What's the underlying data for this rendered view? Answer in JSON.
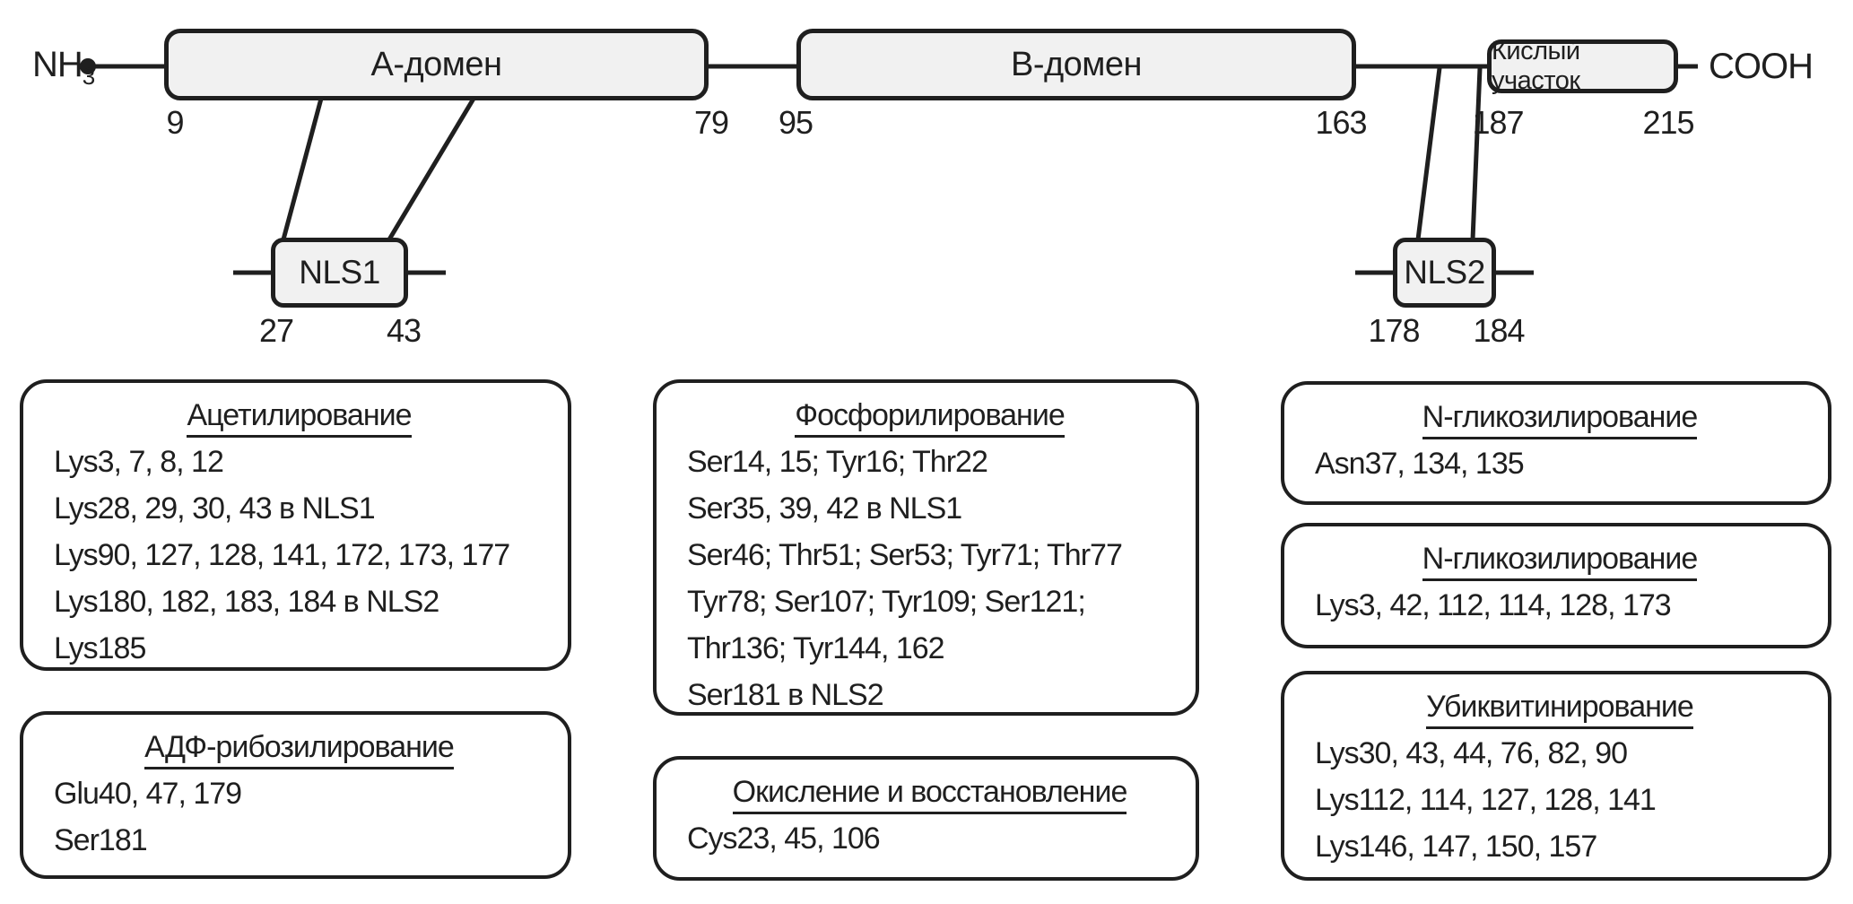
{
  "colors": {
    "ink": "#1f1f1f",
    "domain_fill": "#f1f1f1",
    "box_background": "#ffffff",
    "page_background": "#ffffff"
  },
  "backbone": {
    "n_terminus": "NH",
    "n_terminus_subscript": "3",
    "c_terminus": "COOH",
    "domains": [
      {
        "label": "А-домен",
        "start": "9",
        "end": "79"
      },
      {
        "label": "В-домен",
        "start": "95",
        "end": "163"
      },
      {
        "label": "Кислый участок",
        "start": "187",
        "end": "215"
      }
    ],
    "nls_sites": [
      {
        "label": "NLS1",
        "start": "27",
        "end": "43"
      },
      {
        "label": "NLS2",
        "start": "178",
        "end": "184"
      }
    ]
  },
  "modification_boxes": [
    {
      "title": "Ацетилирование",
      "lines": [
        "Lys3, 7, 8, 12",
        "Lys28, 29, 30, 43 в NLS1",
        "Lys90, 127, 128, 141, 172, 173, 177",
        "Lys180, 182, 183, 184 в NLS2",
        "Lys185"
      ]
    },
    {
      "title": "АДФ-рибозилирование",
      "lines": [
        "Glu40, 47, 179",
        "Ser181"
      ]
    },
    {
      "title": "Фосфорилирование",
      "lines": [
        "Ser14, 15; Tyr16; Thr22",
        "Ser35, 39, 42 в NLS1",
        "Ser46; Thr51; Ser53; Tyr71; Thr77",
        "Tyr78; Ser107; Tyr109; Ser121;",
        "Thr136; Tyr144, 162",
        "Ser181 в NLS2"
      ]
    },
    {
      "title": "Окисление и восстановление",
      "lines": [
        "Cys23, 45, 106"
      ]
    },
    {
      "title": "N-гликозилирование",
      "lines": [
        "Asn37, 134, 135"
      ]
    },
    {
      "title": "N-гликозилирование",
      "lines": [
        "Lys3, 42, 112, 114, 128, 173"
      ]
    },
    {
      "title": "Убиквитинирование",
      "lines": [
        "Lys30, 43, 44, 76, 82, 90",
        "Lys112, 114, 127, 128, 141",
        "Lys146, 147, 150, 157"
      ]
    }
  ]
}
